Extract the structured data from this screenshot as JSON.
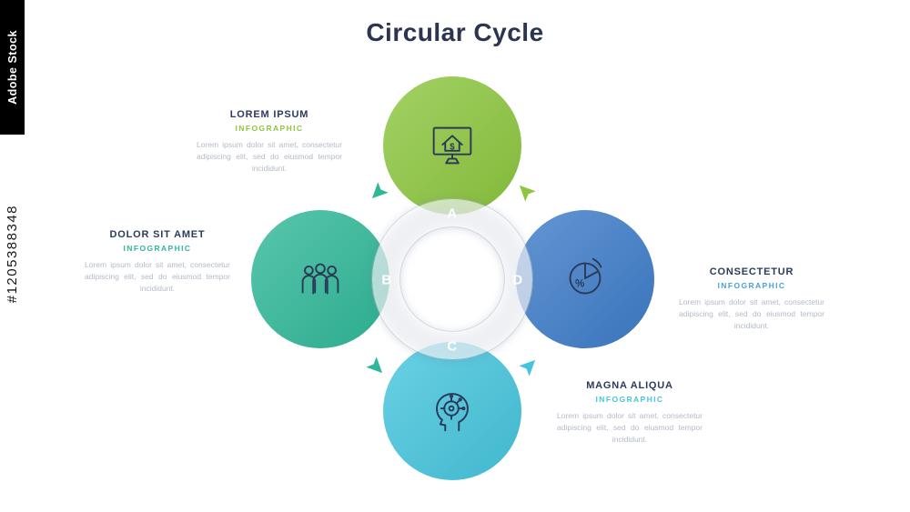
{
  "page": {
    "title": "Circular Cycle"
  },
  "watermark": {
    "brand": "Adobe Stock",
    "asset_id": "#1205388348"
  },
  "colors": {
    "heading_navy": "#2c3a5c",
    "body_gray": "#b3bac7",
    "green": "#8cc63e",
    "teal": "#2fb898",
    "cyan": "#45c5dd",
    "blue": "#3d7cc9",
    "ring_white": "#ffffff"
  },
  "diagram": {
    "nodes": [
      {
        "label": "A",
        "position": "top",
        "color": "#8cc63e",
        "icon": "monitor-finance-icon"
      },
      {
        "label": "B",
        "position": "left",
        "color": "#2fb898",
        "icon": "team-people-icon"
      },
      {
        "label": "C",
        "position": "bottom",
        "color": "#45c5dd",
        "icon": "ai-head-icon"
      },
      {
        "label": "D",
        "position": "right",
        "color": "#3d7cc9",
        "icon": "pie-chart-icon"
      }
    ],
    "arrows": [
      {
        "from": "A",
        "to": "B",
        "color": "#2fb898"
      },
      {
        "from": "B",
        "to": "C",
        "color": "#2fb898"
      },
      {
        "from": "C",
        "to": "D",
        "color": "#45c5dd"
      },
      {
        "from": "D",
        "to": "A",
        "color": "#8cc63e"
      }
    ]
  },
  "sections": [
    {
      "title": "LOREM IPSUM",
      "subtitle": "INFOGRAPHIC",
      "accent": "#8cc63e",
      "body": "Lorem ipsum dolor sit amet, consectetur adipiscing elit, sed do eiusmod tempor incididunt."
    },
    {
      "title": "DOLOR SIT AMET",
      "subtitle": "INFOGRAPHIC",
      "accent": "#2fb898",
      "body": "Lorem ipsum dolor sit amet, consectetur adipiscing elit, sed do eiusmod tempor incididunt."
    },
    {
      "title": "CONSECTETUR",
      "subtitle": "INFOGRAPHIC",
      "accent": "#4aa0dc",
      "body": "Lorem ipsum dolor sit amet, consectetur adipiscing elit, sed do eiusmod tempor incididunt."
    },
    {
      "title": "MAGNA ALIQUA",
      "subtitle": "INFOGRAPHIC",
      "accent": "#45c5dd",
      "body": "Lorem ipsum dolor sit amet, consectetur adipiscing elit, sed do eiusmod tempor incididunt."
    }
  ]
}
